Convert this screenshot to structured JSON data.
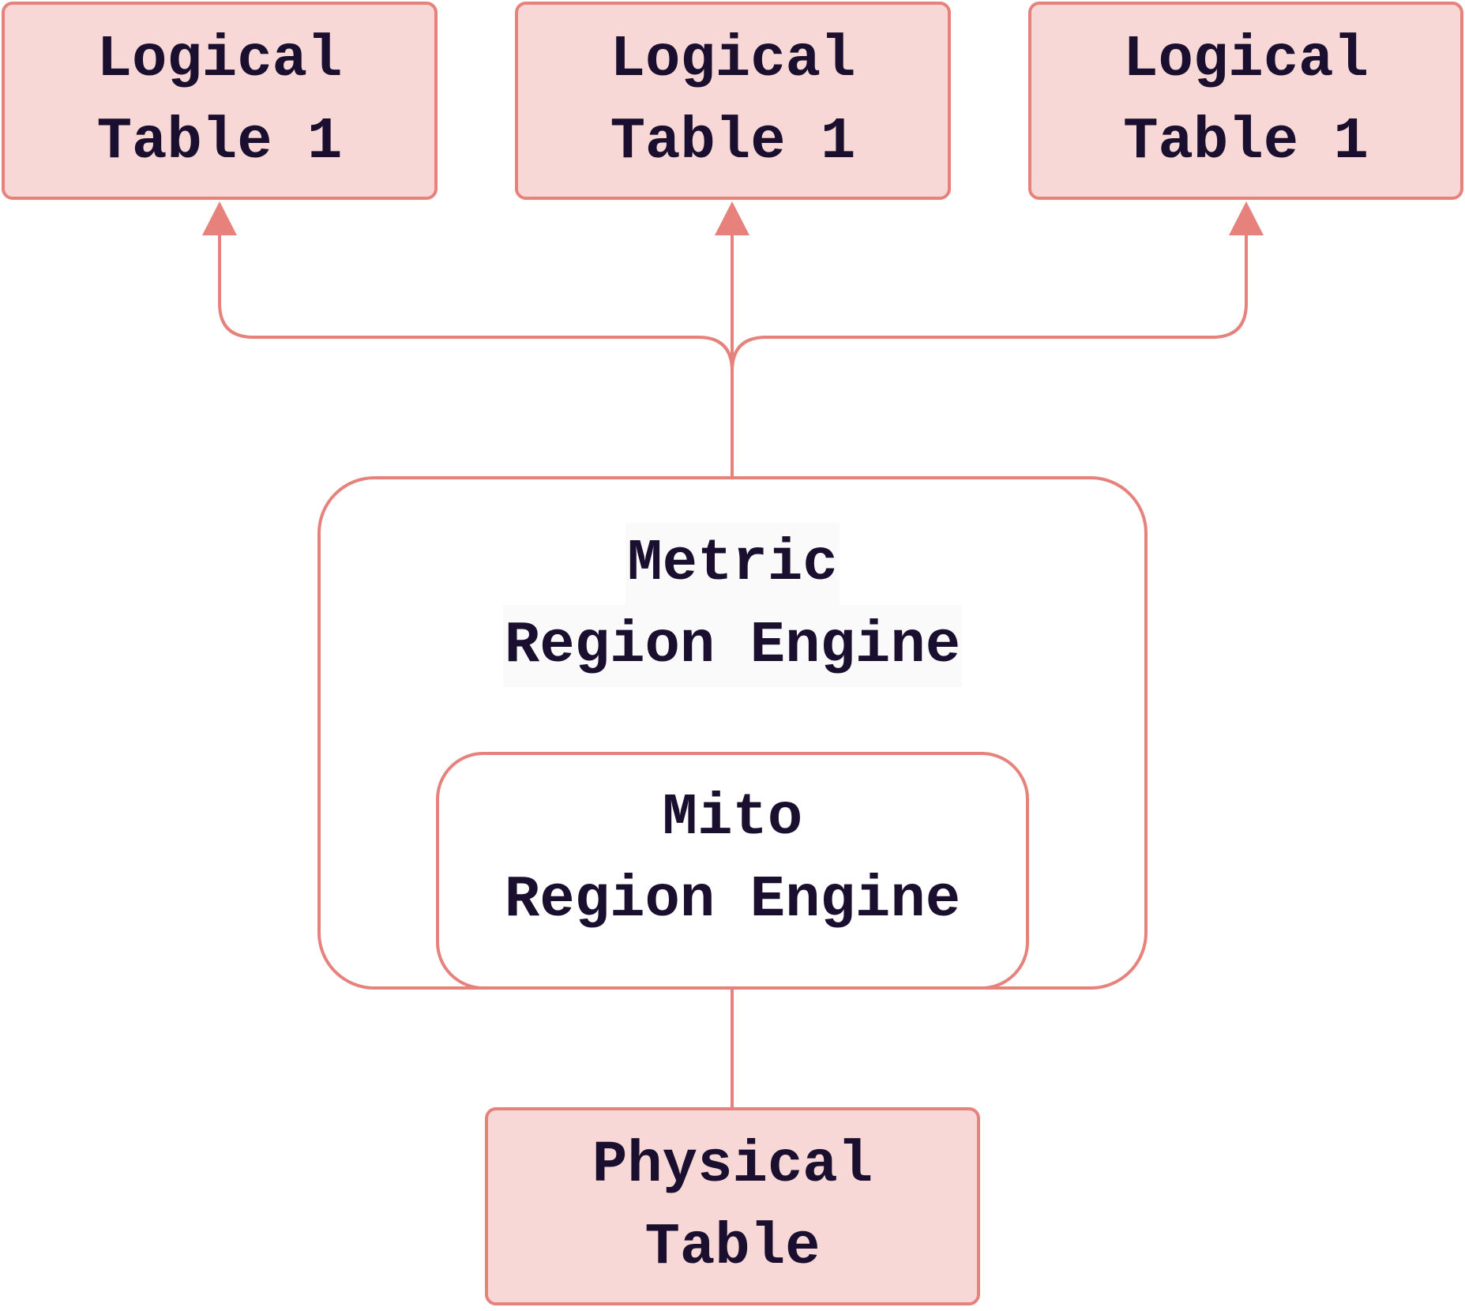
{
  "diagram": {
    "logical_tables": [
      {
        "line1": "Logical",
        "line2": "Table 1"
      },
      {
        "line1": "Logical",
        "line2": "Table 1"
      },
      {
        "line1": "Logical",
        "line2": "Table 1"
      }
    ],
    "metric_engine": {
      "line1": "Metric",
      "line2": "Region Engine"
    },
    "mito_engine": {
      "line1": "Mito",
      "line2": "Region Engine"
    },
    "physical_table": {
      "line1": "Physical",
      "line2": "Table"
    }
  },
  "colors": {
    "stroke": "#e6817b",
    "fill": "#f8d7d7",
    "text": "#1a0f2e"
  }
}
